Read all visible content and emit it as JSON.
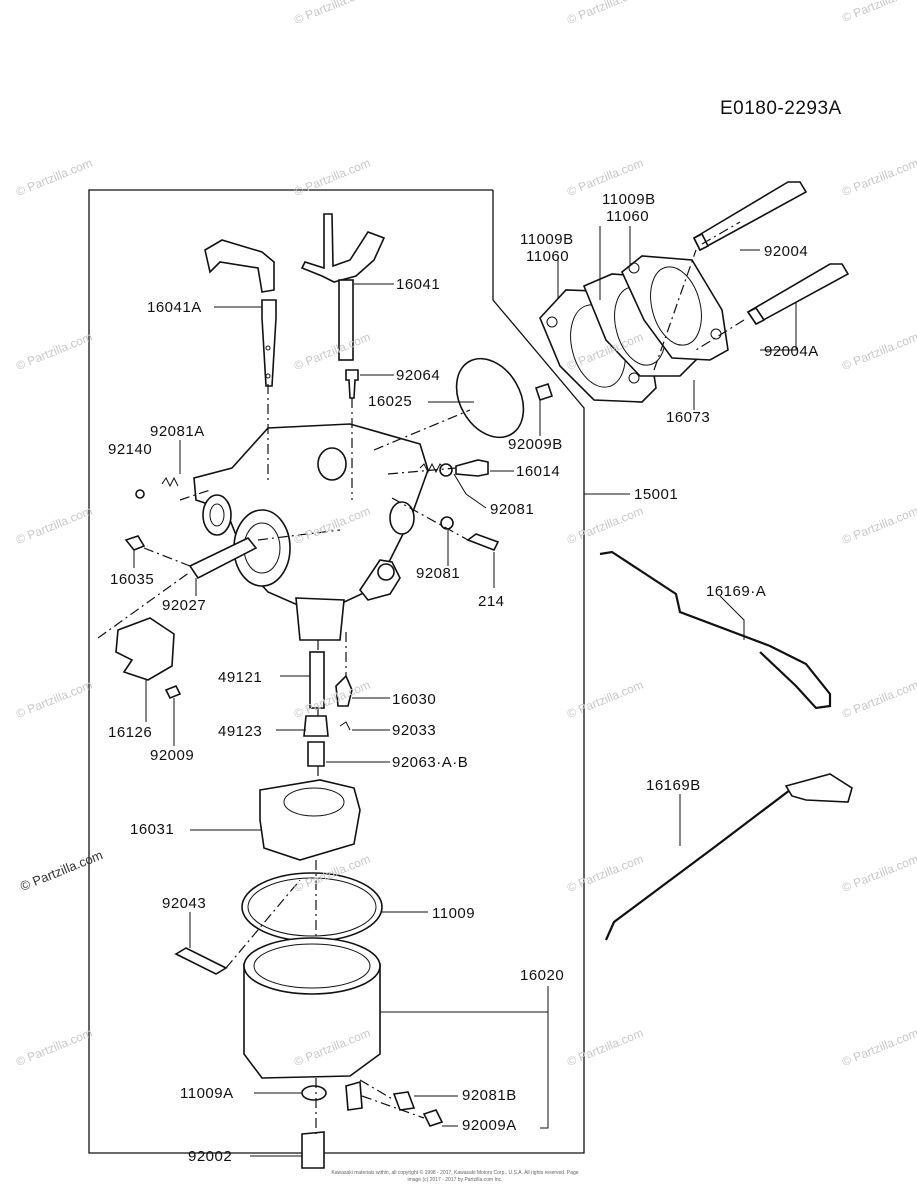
{
  "document_id": "E0180-2293A",
  "assembly_number": "15001",
  "part_labels": {
    "p11009B_a": "11009B",
    "p11060_a": "11060",
    "p11009B_b": "11009B",
    "p11060_b": "11060",
    "p92004": "92004",
    "p92004A": "92004A",
    "p16073": "16073",
    "p16041A": "16041A",
    "p16041": "16041",
    "p92064": "92064",
    "p16025": "16025",
    "p92009B": "92009B",
    "p92081A": "92081A",
    "p92140": "92140",
    "p16014": "16014",
    "p92081_a": "92081",
    "p15001": "15001",
    "p16035": "16035",
    "p92081_b": "92081",
    "p92027": "92027",
    "p214": "214",
    "p16169A": "16169·A",
    "p49121": "49121",
    "p16030": "16030",
    "p16126": "16126",
    "p49123": "49123",
    "p92033": "92033",
    "p92009": "92009",
    "p92063": "92063·A·B",
    "p16169B": "16169B",
    "p16031": "16031",
    "p92043": "92043",
    "p11009": "11009",
    "p16020": "16020",
    "p11009A": "11009A",
    "p92081B": "92081B",
    "p92002": "92002",
    "p92009A": "92009A"
  },
  "watermarks": {
    "text": "© Partzilla.com"
  },
  "copyright_text": "Kawasaki materials within, all copyright © 1998 - 2017, Kawasaki Motors Corp., U.S.A. All rights reserved. Page image (c) 2017 - 2017 by Partzilla.com Inc."
}
